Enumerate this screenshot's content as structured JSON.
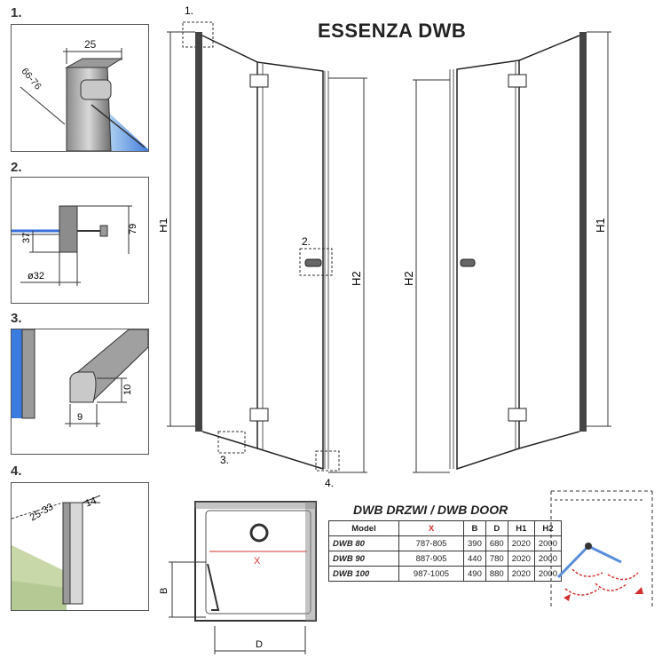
{
  "title": "ESSENZA DWB",
  "details": {
    "d1": {
      "num": "1.",
      "dim_top": "25",
      "dim_side": "66-76"
    },
    "d2": {
      "num": "2.",
      "dim_a": "37",
      "dim_b": "79",
      "dim_c": "ø32"
    },
    "d3": {
      "num": "3.",
      "dim_a": "10",
      "dim_b": "9"
    },
    "d4": {
      "num": "4.",
      "dim_a": "25-33",
      "dim_b": "14"
    }
  },
  "front_view": {
    "callout_1": "1.",
    "callout_2": "2.",
    "callout_3": "3.",
    "callout_4": "4.",
    "h1": "H1",
    "h2": "H2"
  },
  "back_view": {
    "h1": "H1",
    "h2": "H2"
  },
  "plan": {
    "x_label": "X",
    "b_label": "B",
    "d_label": "D"
  },
  "spec": {
    "title": "DWB DRZWI / DWB DOOR",
    "headers": [
      "Model",
      "X",
      "B",
      "D",
      "H1",
      "H2"
    ],
    "rows": [
      [
        "DWB 80",
        "787-805",
        "390",
        "680",
        "2020",
        "2000"
      ],
      [
        "DWB 90",
        "887-905",
        "440",
        "780",
        "2020",
        "2000"
      ],
      [
        "DWB 100",
        "987-1005",
        "490",
        "880",
        "2020",
        "2000"
      ]
    ]
  },
  "colors": {
    "glass": "#5a8fd8",
    "accent_red": "#d23030",
    "frame": "#333333"
  }
}
